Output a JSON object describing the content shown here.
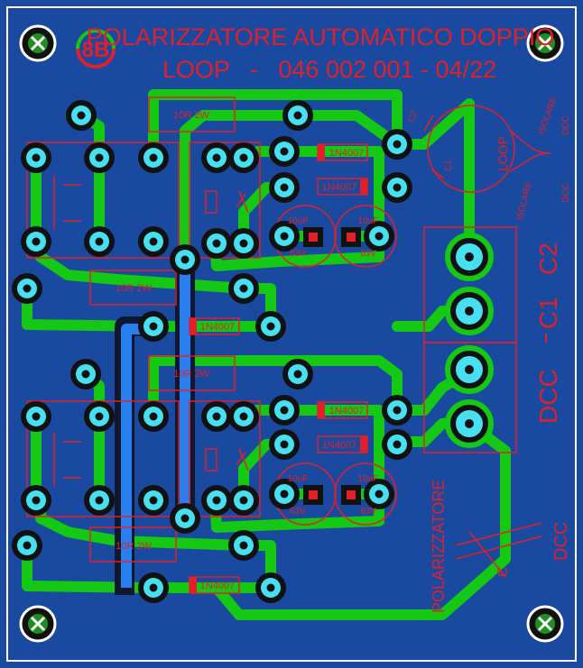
{
  "title": {
    "line1": "POLARIZZATORE AUTOMATICO DOPPIO",
    "line2": "LOOP   -   046 002 001 - 04/22"
  },
  "logo": {
    "text": "8B"
  },
  "labels": {
    "r_top1": "10R 2W",
    "r_top2": "10R 2W",
    "r_bot1": "10R 2W",
    "r_bot2": "10R 2W",
    "d_top1": "1N4007",
    "d_top2": "1N4007",
    "d_top3": "1N4007",
    "d_bot1": "1N4007",
    "d_bot2": "1N4007",
    "d_bot3": "1N4007",
    "cap_value": "10uF",
    "cap_volt": "63V",
    "loop": "LOOP",
    "isolare": "ISOLARE",
    "dcc": "DCC",
    "c1": "C1",
    "c2": "C2",
    "terminal_c2": "C2",
    "terminal_c1": "C1",
    "terminal_dcc": "DCC",
    "polarizzatore": "POLARIZZATORE",
    "pol_c": "C",
    "pol_dcc": "DCC"
  },
  "colors": {
    "board": "#1a4aa0",
    "trace": "#14c814",
    "trace_blue": "#2a7ff0",
    "silk": "#e0202a",
    "pad": "#46e0f0",
    "border": "#ffffff"
  }
}
